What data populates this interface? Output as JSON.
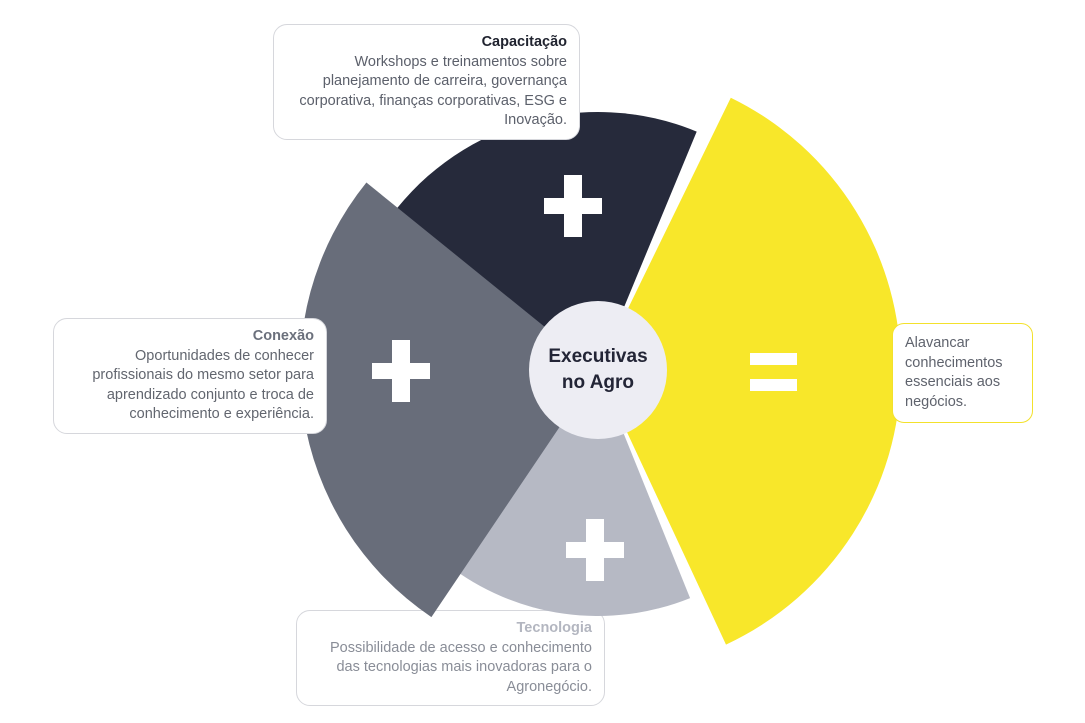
{
  "diagram": {
    "center": {
      "label": "Executivas\nno Agro"
    },
    "segments": [
      {
        "id": "capacitacao",
        "color": "#262a3b",
        "operator_icon": "plus-icon"
      },
      {
        "id": "conexao",
        "color": "#686d7a",
        "operator_icon": "plus-icon"
      },
      {
        "id": "tecnologia",
        "color": "#b6b9c4",
        "operator_icon": "plus-icon"
      },
      {
        "id": "resultado",
        "color": "#f8e72a",
        "operator_icon": "equals-icon"
      }
    ],
    "colors": {
      "capacitacao_segment": "#262a3b",
      "conexao_segment": "#686d7a",
      "tecnologia_segment": "#b6b9c4",
      "resultado_segment": "#f8e72a",
      "operator_symbol": "#ffffff",
      "center_circle": "#ededf3",
      "center_text": "#232536",
      "resultado_box_border": "#f3e12c",
      "background": "#ffffff"
    }
  },
  "callouts": {
    "capacitacao": {
      "title": "Capacitação",
      "body": "Workshops e treinamentos sobre planejamento  de carreira, governança corporativa, finanças corporativas, ESG e Inovação."
    },
    "conexao": {
      "title": "Conexão",
      "body": "Oportunidades de conhecer profissionais do mesmo setor para aprendizado conjunto e troca de conhecimento e experiência."
    },
    "tecnologia": {
      "title": "Tecnologia",
      "body": "Possibilidade de acesso e conhecimento das tecnologias mais inovadoras para o Agronegócio."
    },
    "resultado": {
      "body": "Alavancar conhecimentos essenciais aos negócios."
    }
  }
}
